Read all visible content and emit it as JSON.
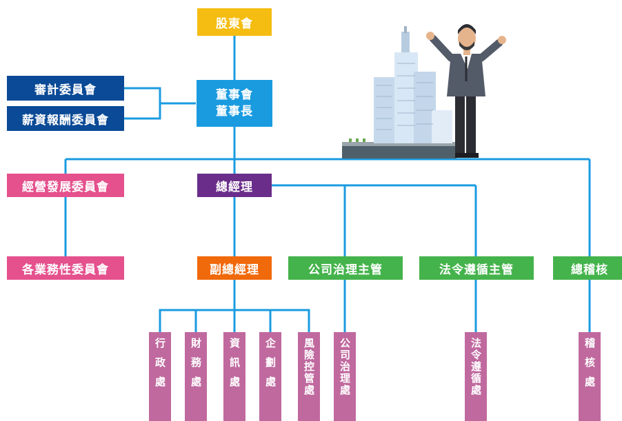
{
  "top": {
    "shareholders": "股東會",
    "board": "董事會",
    "chairman": "董事長"
  },
  "committees": {
    "audit": "審計委員會",
    "remuneration": "薪資報酬委員會",
    "business_development": "經營發展委員會",
    "functional": "各業務性委員會"
  },
  "management": {
    "president": "總經理",
    "vice_president": "副總經理",
    "governance_officer": "公司治理主管",
    "compliance_officer": "法令遵循主管",
    "chief_auditor": "總稽核"
  },
  "departments": {
    "admin": "行政處",
    "finance": "財務處",
    "it": "資訊處",
    "planning": "企劃處",
    "risk": "風險控管處",
    "governance": "公司治理處",
    "compliance": "法令遵循處",
    "audit": "稽核處"
  },
  "colors": {
    "line": "#1a9be0",
    "yellow": "#f5bd12",
    "blue": "#1a9be0",
    "navy": "#0a4a96",
    "pink": "#e4518d",
    "purple": "#6a2d8a",
    "orange": "#f0690a",
    "green": "#45b34c",
    "department": "#c0699f"
  }
}
